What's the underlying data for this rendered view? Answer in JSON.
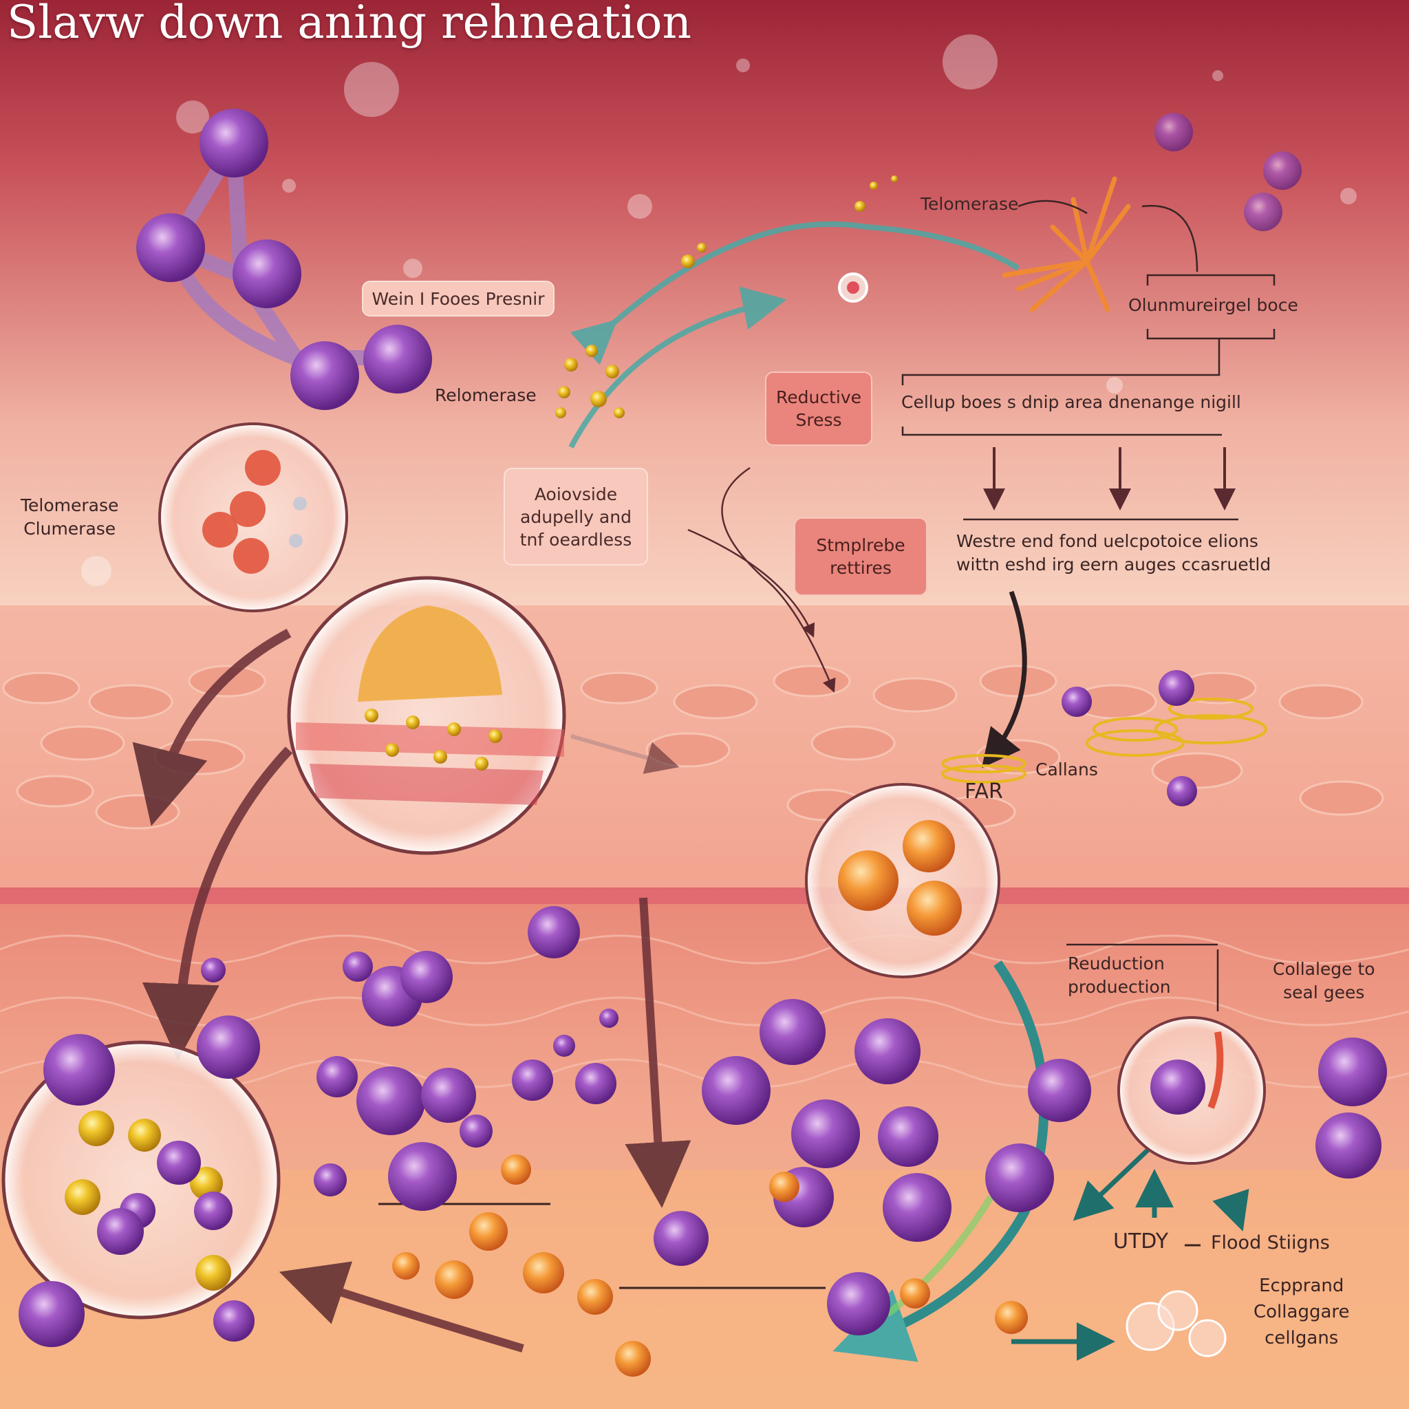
{
  "title": "Slavw down aning rehneation",
  "labels": {
    "wein_box": "Wein I Fooes Presnir",
    "relomerase": "Relomerase",
    "telomerase_top": "Telomerase",
    "outer_bracket": "Olunmureirgel boce",
    "reductive_box": "Reductive\nSress",
    "cellup": "Cellup boes s dnip area dnenange nigill",
    "telomerase_left": "Telomerase\nClumerase",
    "antioxidant_box": "Aoiovside\nadupelly and\ntnf oeardless",
    "stimple_box": "Stmplrebe\nrettires",
    "westre": "Westre end fond uelcpotoice elions\nwittn eshd irg eern auges ccasruetld",
    "callans": "Callans",
    "far": "FAR",
    "reduction": "Reuduction\nproduection",
    "collagen_to": "Collalege to\nseal gees",
    "utdy": "UTDY",
    "flood": "Flood Stiigns",
    "expand": "Ecpprand\nCollaggare\ncellgans"
  },
  "colors": {
    "background_top": "#9a2a36",
    "background_mid": "#f7c9b6",
    "purple_cell": "#8a3fb0",
    "gold_particle": "#e8b820",
    "teal_arrow": "#4aa9a5",
    "dark_arrow": "#5a2a30"
  }
}
